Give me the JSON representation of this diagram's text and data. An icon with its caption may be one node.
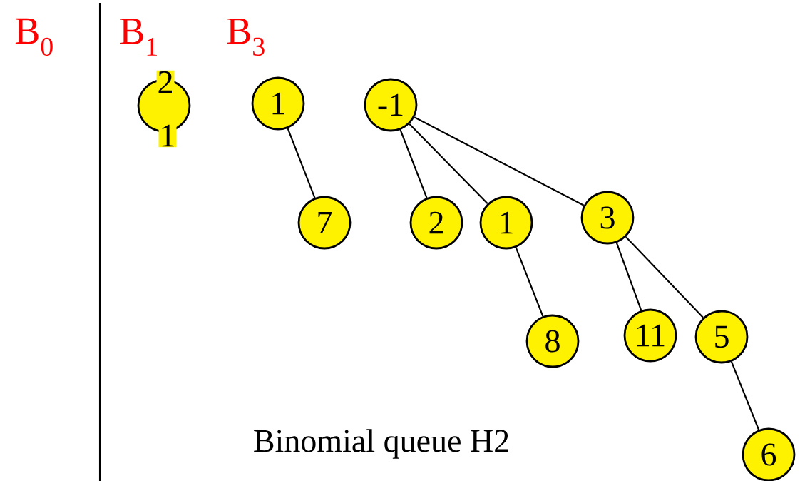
{
  "diagram": {
    "nodes": [
      {
        "text": [
          "2",
          "1"
        ]
      },
      {
        "text": [
          "1"
        ]
      },
      {
        "text": [
          "7"
        ]
      },
      {
        "text": [
          "-1"
        ]
      },
      {
        "text": [
          "2"
        ]
      },
      {
        "text": [
          "1"
        ]
      },
      {
        "text": [
          "3"
        ]
      },
      {
        "text": [
          "8"
        ]
      },
      {
        "text": [
          "11"
        ]
      },
      {
        "text": [
          "5"
        ]
      },
      {
        "text": [
          "6"
        ]
      }
    ],
    "edges": [
      {
        "from": 1,
        "to": 2,
        "arrow": "none"
      },
      {
        "from": 3,
        "to": 4,
        "arrow": "none"
      },
      {
        "from": 3,
        "to": 5,
        "arrow": "none"
      },
      {
        "from": 3,
        "to": 6,
        "arrow": "none"
      },
      {
        "from": 5,
        "to": 7,
        "arrow": "none"
      },
      {
        "from": 6,
        "to": 8,
        "arrow": "none"
      },
      {
        "from": 6,
        "to": 9,
        "arrow": "none"
      },
      {
        "from": 9,
        "to": 10,
        "arrow": "none"
      }
    ],
    "labels": [
      "B$_{0}$",
      "B$_{1}$",
      "B$_{3}$",
      "Binomial queue H2"
    ]
  }
}
